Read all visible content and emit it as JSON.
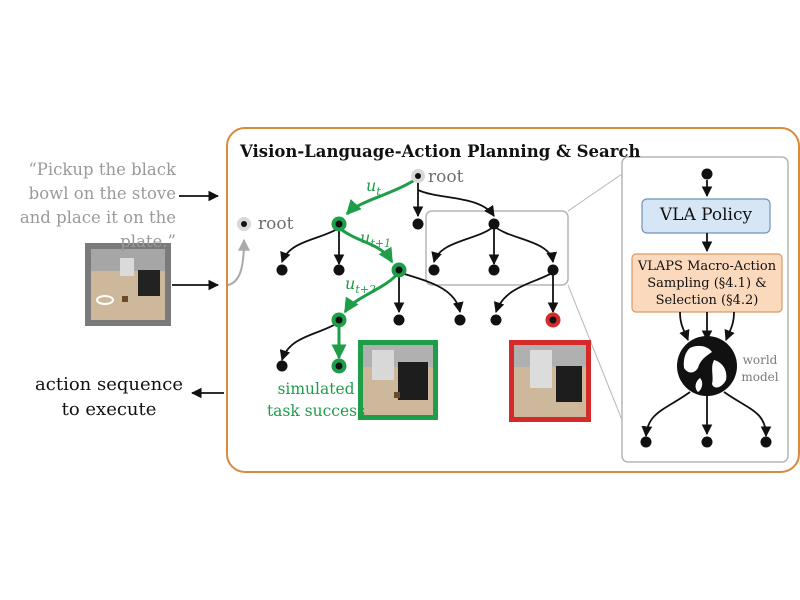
{
  "instruction": {
    "text": "“Pickup the black bowl on the stove and place it on the plate.”"
  },
  "labels": {
    "root_left": "root",
    "root_top": "root",
    "panel_title": "Vision-Language-Action Planning & Search",
    "u_t": "u",
    "u_t_sub": "t",
    "u_t1": "u",
    "u_t1_sub": "t+1",
    "u_t2": "u",
    "u_t2_sub": "t+2",
    "success": "simulated task success",
    "action_sequence": "action sequence to execute"
  },
  "inset": {
    "vla_policy": "VLA Policy",
    "macro_action": "VLAPS Macro-Action Sampling (§4.1) & Selection (§4.2)",
    "world_model": "world model"
  },
  "colors": {
    "panel_border": "#d98a3e",
    "success_green": "#1f9e4a",
    "failure_red": "#d42a2a",
    "vla_fill": "#d7e6f5",
    "vla_border": "#6f93bf",
    "macro_fill": "#fbd9bd",
    "macro_border": "#d99a64",
    "inset_border": "#b5b5b5",
    "gray_text": "#9a9a9a"
  },
  "icons": {
    "globe": "globe-icon",
    "robot_scene_input": "robot-scene-image",
    "robot_scene_success": "robot-scene-image",
    "robot_scene_failure": "robot-scene-image"
  }
}
